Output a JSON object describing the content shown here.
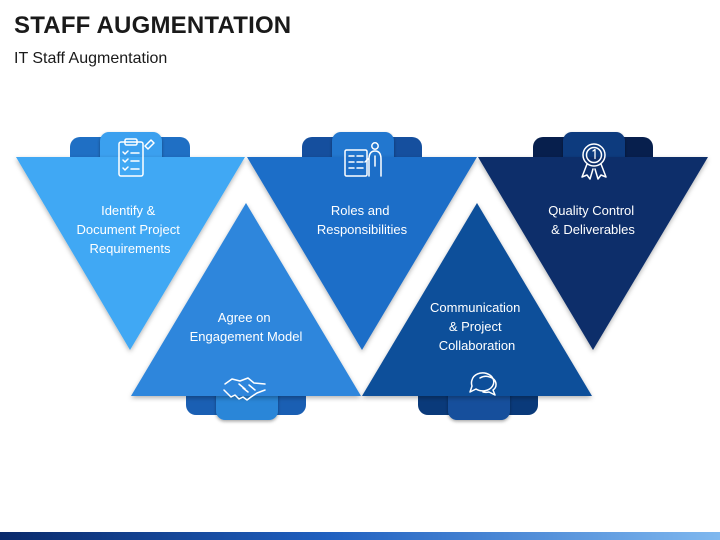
{
  "title": "STAFF AUGMENTATION",
  "subtitle": "IT Staff Augmentation",
  "steps": [
    {
      "label_lines": [
        "Identify &",
        "Document Project",
        "Requirements"
      ],
      "icon": "clipboard-checklist-icon",
      "color": "#3fa8f4"
    },
    {
      "label_lines": [
        "Agree on",
        "Engagement Model"
      ],
      "icon": "handshake-icon",
      "color": "#2f86dc"
    },
    {
      "label_lines": [
        "Roles and",
        "Responsibilities"
      ],
      "icon": "presenter-chart-icon",
      "color": "#1f6ec8"
    },
    {
      "label_lines": [
        "Communication",
        "& Project",
        "Collaboration"
      ],
      "icon": "chat-bubbles-icon",
      "color": "#0f4f9a"
    },
    {
      "label_lines": [
        "Quality Control",
        "& Deliverables"
      ],
      "icon": "award-ribbon-icon",
      "color": "#0b2f6a"
    }
  ],
  "colors": {
    "tab_light": "#2a86d6",
    "tab_mid": "#1a63b8",
    "tab_dark": "#0d3d86",
    "tab_navy": "#0a2a62"
  }
}
